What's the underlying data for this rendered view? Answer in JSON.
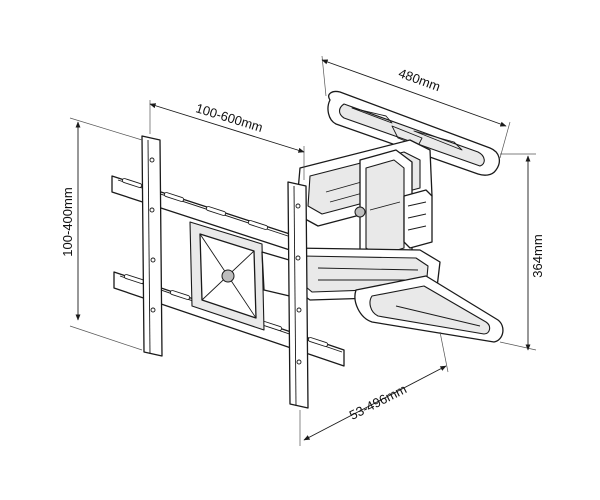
{
  "dimensions": {
    "top_width": "480mm",
    "vesa_horizontal": "100-600mm",
    "vesa_vertical": "100-400mm",
    "height": "364mm",
    "extension": "53-496mm"
  },
  "colors": {
    "line": "#1a1a1a",
    "panel_fill": "#e9e9e9",
    "background": "#ffffff"
  }
}
